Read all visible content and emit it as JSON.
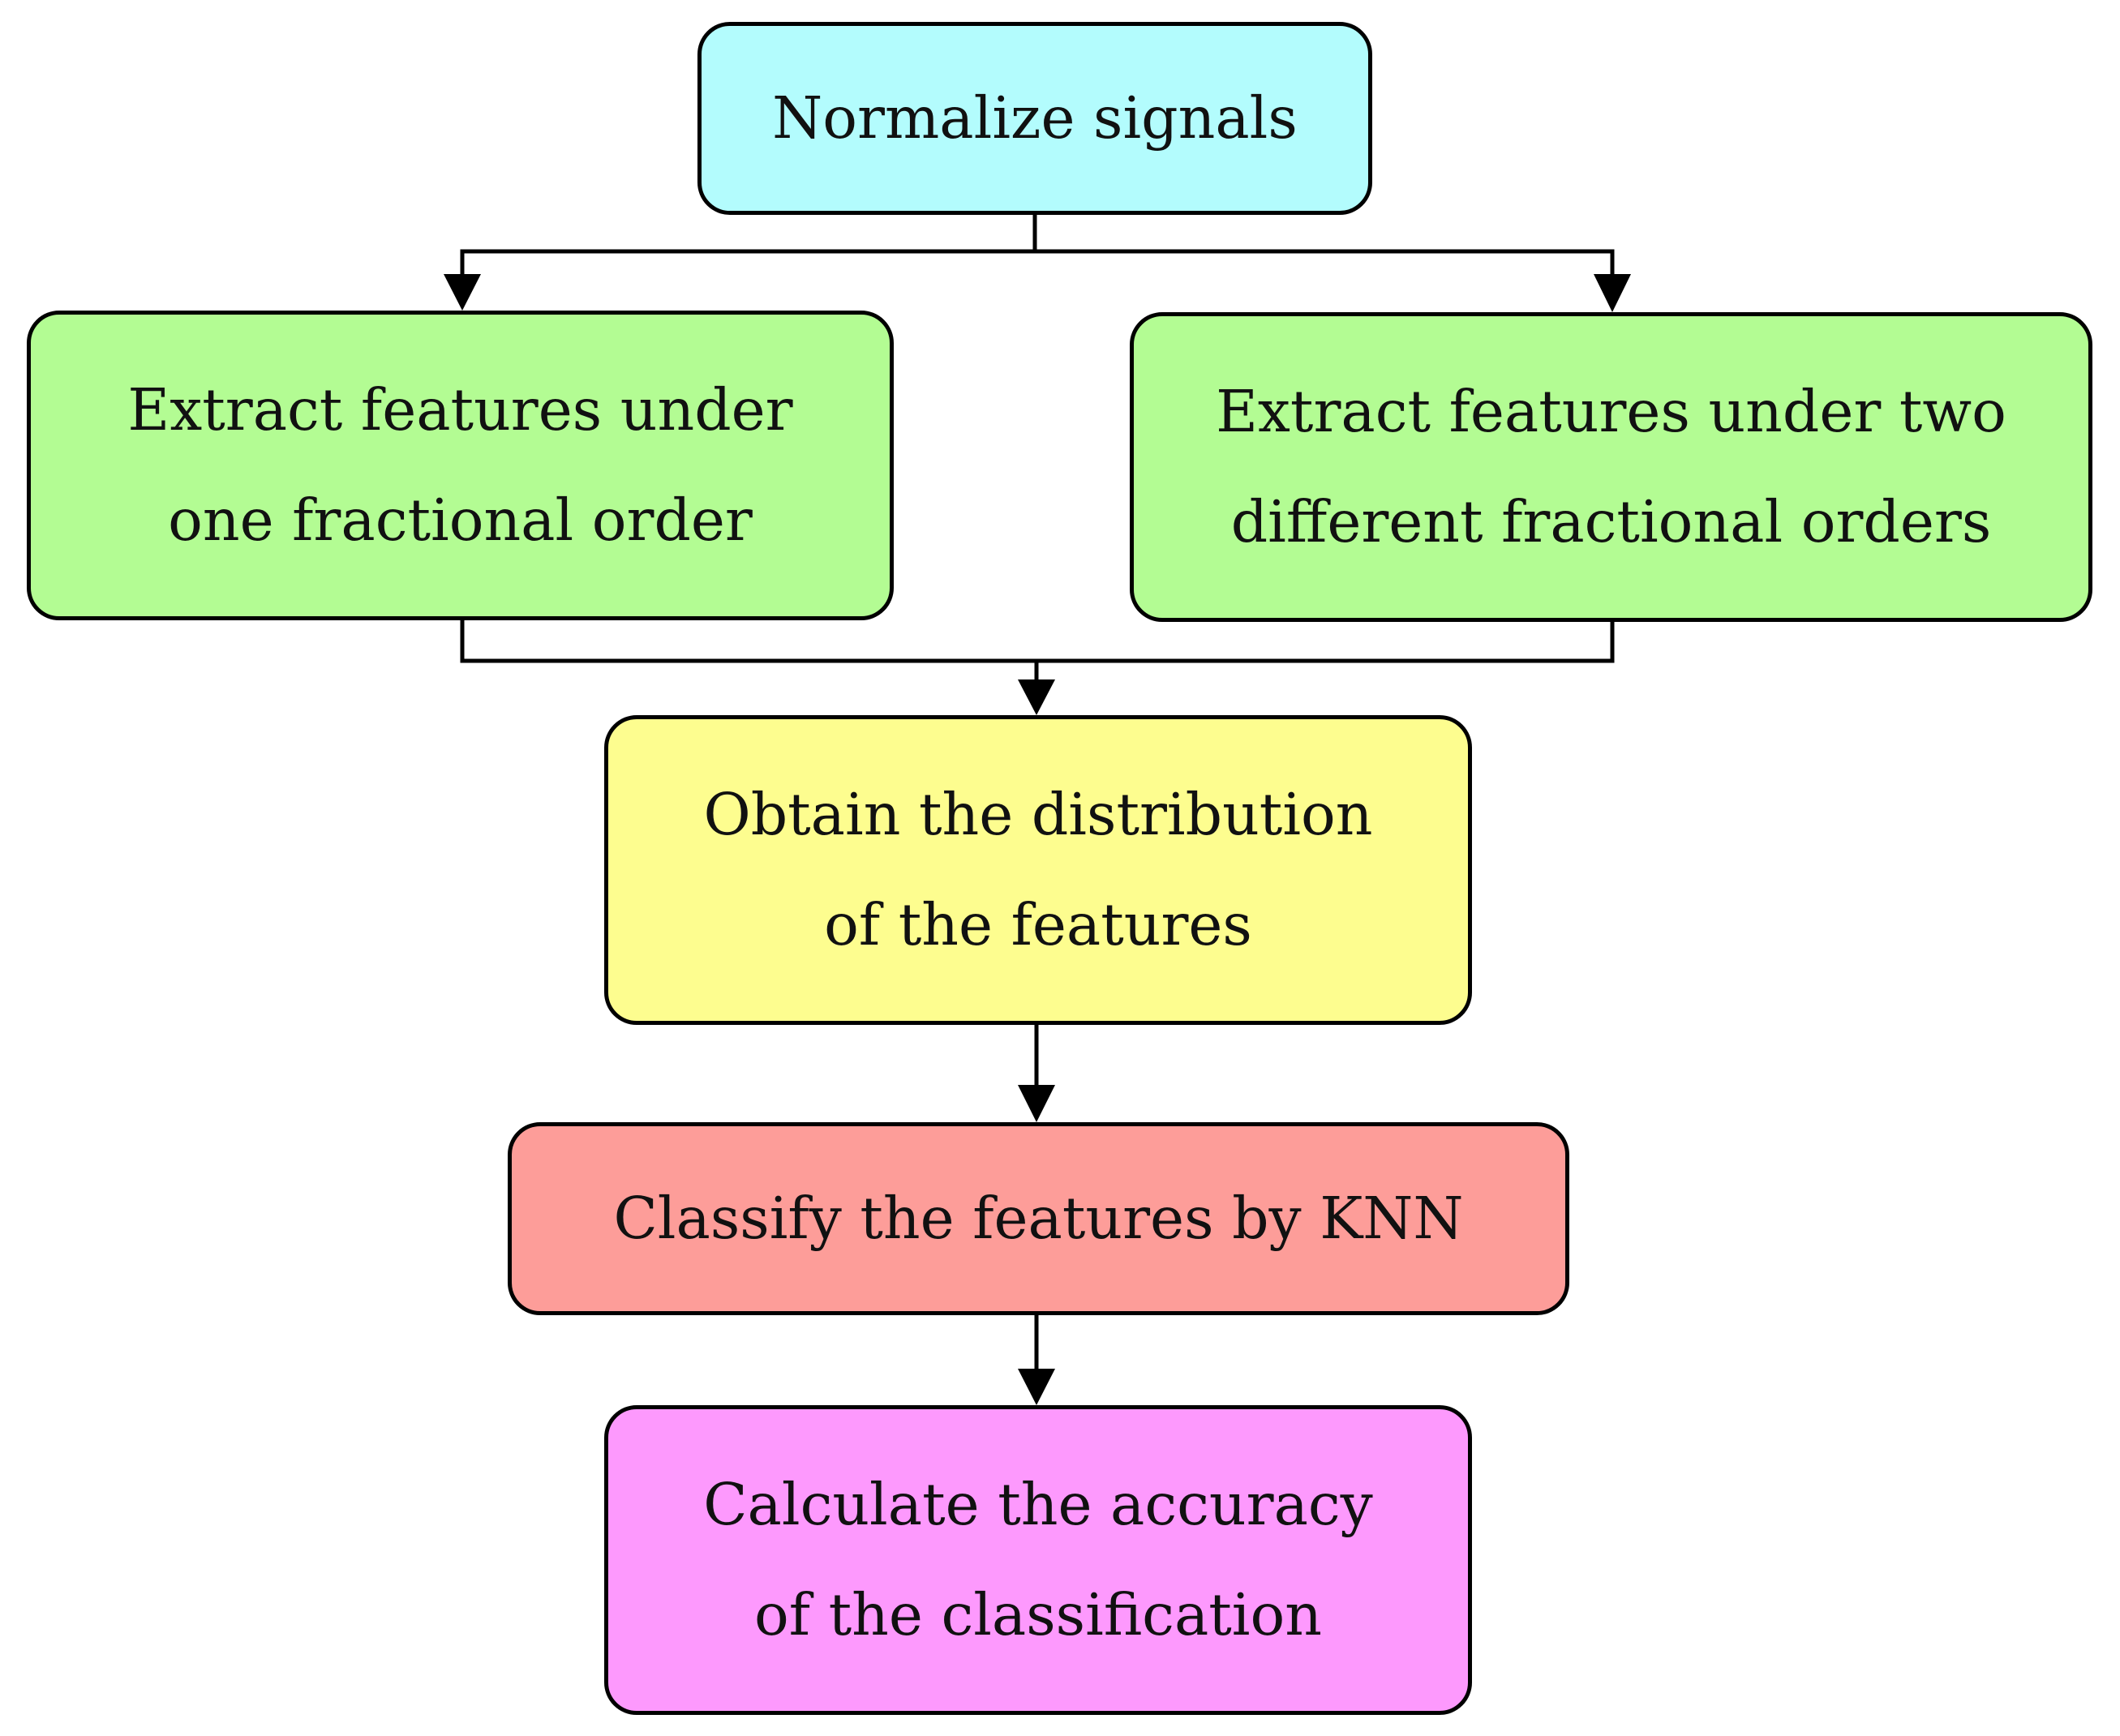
{
  "diagram": {
    "nodes": {
      "normalize": {
        "lines": [
          "Normalize signals"
        ],
        "fill": "#b3fcfd"
      },
      "one_order": {
        "lines": [
          "Extract features under",
          "one fractional order"
        ],
        "fill": "#b3fc93"
      },
      "two_orders": {
        "lines": [
          "Extract features under two",
          "different fractional orders"
        ],
        "fill": "#b3fc93"
      },
      "distribution": {
        "lines": [
          "Obtain the distribution",
          "of the features"
        ],
        "fill": "#fdfd8f"
      },
      "classify": {
        "lines": [
          "Classify the features by KNN"
        ],
        "fill": "#fd9d99"
      },
      "accuracy": {
        "lines": [
          "Calculate the accuracy",
          "of the classification"
        ],
        "fill": "#fd99fd"
      }
    },
    "edges": [
      {
        "from": "normalize",
        "to": "one_order"
      },
      {
        "from": "normalize",
        "to": "two_orders"
      },
      {
        "from": "one_order",
        "to": "distribution"
      },
      {
        "from": "two_orders",
        "to": "distribution"
      },
      {
        "from": "distribution",
        "to": "classify"
      },
      {
        "from": "classify",
        "to": "accuracy"
      }
    ],
    "line_color": "#000000"
  }
}
